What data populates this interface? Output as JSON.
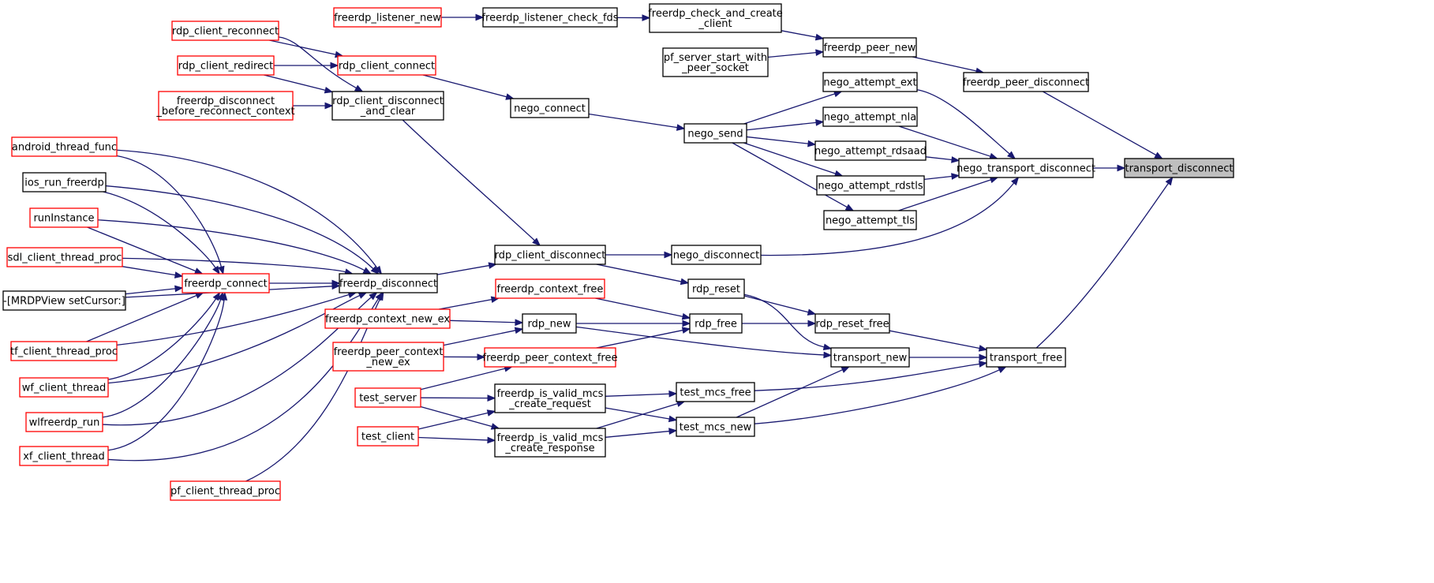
{
  "diagram": {
    "type": "call-graph",
    "focus_node": "transport_disconnect",
    "colors": {
      "edge": "#191970",
      "node_border_default": "#000000",
      "node_border_truncated": "#ff0000",
      "focus_fill": "#bfbfbf"
    },
    "nodes": [
      {
        "id": "transport_disconnect",
        "lines": [
          "transport_disconnect"
        ],
        "style": "focus"
      },
      {
        "id": "freerdp_peer_disconnect",
        "lines": [
          "freerdp_peer_disconnect"
        ],
        "style": "black"
      },
      {
        "id": "nego_transport_disconnect",
        "lines": [
          "nego_transport_disconnect"
        ],
        "style": "black"
      },
      {
        "id": "transport_free",
        "lines": [
          "transport_free"
        ],
        "style": "black"
      },
      {
        "id": "freerdp_peer_new",
        "lines": [
          "freerdp_peer_new"
        ],
        "style": "black"
      },
      {
        "id": "freerdp_check_and_create_client",
        "lines": [
          "freerdp_check_and_create",
          "_client"
        ],
        "style": "black"
      },
      {
        "id": "pf_server_start_with_peer_socket",
        "lines": [
          "pf_server_start_with",
          "_peer_socket"
        ],
        "style": "black"
      },
      {
        "id": "freerdp_listener_check_fds",
        "lines": [
          "freerdp_listener_check_fds"
        ],
        "style": "black"
      },
      {
        "id": "freerdp_listener_new",
        "lines": [
          "freerdp_listener_new"
        ],
        "style": "red"
      },
      {
        "id": "nego_attempt_ext",
        "lines": [
          "nego_attempt_ext"
        ],
        "style": "black"
      },
      {
        "id": "nego_attempt_nla",
        "lines": [
          "nego_attempt_nla"
        ],
        "style": "black"
      },
      {
        "id": "nego_attempt_rdsaad",
        "lines": [
          "nego_attempt_rdsaad"
        ],
        "style": "black"
      },
      {
        "id": "nego_attempt_rdstls",
        "lines": [
          "nego_attempt_rdstls"
        ],
        "style": "black"
      },
      {
        "id": "nego_attempt_tls",
        "lines": [
          "nego_attempt_tls"
        ],
        "style": "black"
      },
      {
        "id": "nego_disconnect",
        "lines": [
          "nego_disconnect"
        ],
        "style": "black"
      },
      {
        "id": "nego_send",
        "lines": [
          "nego_send"
        ],
        "style": "black"
      },
      {
        "id": "nego_connect",
        "lines": [
          "nego_connect"
        ],
        "style": "black"
      },
      {
        "id": "rdp_client_connect",
        "lines": [
          "rdp_client_connect"
        ],
        "style": "red"
      },
      {
        "id": "rdp_client_reconnect",
        "lines": [
          "rdp_client_reconnect"
        ],
        "style": "red"
      },
      {
        "id": "rdp_client_redirect",
        "lines": [
          "rdp_client_redirect"
        ],
        "style": "red"
      },
      {
        "id": "rdp_client_disconnect_and_clear",
        "lines": [
          "rdp_client_disconnect",
          "_and_clear"
        ],
        "style": "black"
      },
      {
        "id": "freerdp_disconnect_before_reconnect_context",
        "lines": [
          "freerdp_disconnect",
          "_before_reconnect_context"
        ],
        "style": "red"
      },
      {
        "id": "rdp_client_disconnect",
        "lines": [
          "rdp_client_disconnect"
        ],
        "style": "black"
      },
      {
        "id": "freerdp_disconnect",
        "lines": [
          "freerdp_disconnect"
        ],
        "style": "black"
      },
      {
        "id": "freerdp_connect",
        "lines": [
          "freerdp_connect"
        ],
        "style": "red"
      },
      {
        "id": "android_thread_func",
        "lines": [
          "android_thread_func"
        ],
        "style": "red"
      },
      {
        "id": "ios_run_freerdp",
        "lines": [
          "ios_run_freerdp"
        ],
        "style": "black"
      },
      {
        "id": "runInstance",
        "lines": [
          "runInstance"
        ],
        "style": "red"
      },
      {
        "id": "sdl_client_thread_proc",
        "lines": [
          "sdl_client_thread_proc"
        ],
        "style": "red"
      },
      {
        "id": "mrdpview_setcursor",
        "lines": [
          "-[MRDPView setCursor:]"
        ],
        "style": "black"
      },
      {
        "id": "tf_client_thread_proc",
        "lines": [
          "tf_client_thread_proc"
        ],
        "style": "red"
      },
      {
        "id": "wf_client_thread",
        "lines": [
          "wf_client_thread"
        ],
        "style": "red"
      },
      {
        "id": "wlfreerdp_run",
        "lines": [
          "wlfreerdp_run"
        ],
        "style": "red"
      },
      {
        "id": "xf_client_thread",
        "lines": [
          "xf_client_thread"
        ],
        "style": "red"
      },
      {
        "id": "pf_client_thread_proc",
        "lines": [
          "pf_client_thread_proc"
        ],
        "style": "red"
      },
      {
        "id": "rdp_reset",
        "lines": [
          "rdp_reset"
        ],
        "style": "black"
      },
      {
        "id": "rdp_reset_free",
        "lines": [
          "rdp_reset_free"
        ],
        "style": "black"
      },
      {
        "id": "rdp_free",
        "lines": [
          "rdp_free"
        ],
        "style": "black"
      },
      {
        "id": "transport_new",
        "lines": [
          "transport_new"
        ],
        "style": "black"
      },
      {
        "id": "rdp_new",
        "lines": [
          "rdp_new"
        ],
        "style": "black"
      },
      {
        "id": "freerdp_context_free",
        "lines": [
          "freerdp_context_free"
        ],
        "style": "red"
      },
      {
        "id": "freerdp_context_new_ex",
        "lines": [
          "freerdp_context_new_ex"
        ],
        "style": "red"
      },
      {
        "id": "freerdp_peer_context_free",
        "lines": [
          "freerdp_peer_context_free"
        ],
        "style": "red"
      },
      {
        "id": "freerdp_peer_context_new_ex",
        "lines": [
          "freerdp_peer_context",
          "_new_ex"
        ],
        "style": "red"
      },
      {
        "id": "test_mcs_free",
        "lines": [
          "test_mcs_free"
        ],
        "style": "black"
      },
      {
        "id": "test_mcs_new",
        "lines": [
          "test_mcs_new"
        ],
        "style": "black"
      },
      {
        "id": "freerdp_is_valid_mcs_create_request",
        "lines": [
          "freerdp_is_valid_mcs",
          "_create_request"
        ],
        "style": "black"
      },
      {
        "id": "freerdp_is_valid_mcs_create_response",
        "lines": [
          "freerdp_is_valid_mcs",
          "_create_response"
        ],
        "style": "black"
      },
      {
        "id": "test_server",
        "lines": [
          "test_server"
        ],
        "style": "red"
      },
      {
        "id": "test_client",
        "lines": [
          "test_client"
        ],
        "style": "red"
      }
    ],
    "edges": [
      {
        "from": "freerdp_listener_new",
        "to": "freerdp_listener_check_fds"
      },
      {
        "from": "freerdp_listener_check_fds",
        "to": "freerdp_check_and_create_client"
      },
      {
        "from": "freerdp_check_and_create_client",
        "to": "freerdp_peer_new"
      },
      {
        "from": "pf_server_start_with_peer_socket",
        "to": "freerdp_peer_new"
      },
      {
        "from": "freerdp_peer_new",
        "to": "freerdp_peer_disconnect"
      },
      {
        "from": "freerdp_peer_disconnect",
        "to": "transport_disconnect"
      },
      {
        "from": "nego_transport_disconnect",
        "to": "transport_disconnect"
      },
      {
        "from": "transport_free",
        "to": "transport_disconnect"
      },
      {
        "from": "nego_attempt_ext",
        "to": "nego_transport_disconnect"
      },
      {
        "from": "nego_attempt_nla",
        "to": "nego_transport_disconnect"
      },
      {
        "from": "nego_attempt_rdsaad",
        "to": "nego_transport_disconnect"
      },
      {
        "from": "nego_attempt_rdstls",
        "to": "nego_transport_disconnect"
      },
      {
        "from": "nego_attempt_tls",
        "to": "nego_transport_disconnect"
      },
      {
        "from": "nego_disconnect",
        "to": "nego_transport_disconnect"
      },
      {
        "from": "nego_send",
        "to": "nego_attempt_ext"
      },
      {
        "from": "nego_send",
        "to": "nego_attempt_nla"
      },
      {
        "from": "nego_send",
        "to": "nego_attempt_rdsaad"
      },
      {
        "from": "nego_send",
        "to": "nego_attempt_rdstls"
      },
      {
        "from": "nego_send",
        "to": "nego_attempt_tls"
      },
      {
        "from": "nego_connect",
        "to": "nego_send"
      },
      {
        "from": "rdp_client_connect",
        "to": "nego_connect"
      },
      {
        "from": "rdp_client_reconnect",
        "to": "rdp_client_connect"
      },
      {
        "from": "rdp_client_redirect",
        "to": "rdp_client_connect"
      },
      {
        "from": "rdp_client_reconnect",
        "to": "rdp_client_disconnect_and_clear"
      },
      {
        "from": "rdp_client_redirect",
        "to": "rdp_client_disconnect_and_clear"
      },
      {
        "from": "freerdp_disconnect_before_reconnect_context",
        "to": "rdp_client_disconnect_and_clear"
      },
      {
        "from": "rdp_client_disconnect_and_clear",
        "to": "rdp_client_disconnect"
      },
      {
        "from": "rdp_client_disconnect",
        "to": "nego_disconnect"
      },
      {
        "from": "rdp_client_disconnect",
        "to": "rdp_reset"
      },
      {
        "from": "freerdp_disconnect",
        "to": "rdp_client_disconnect"
      },
      {
        "from": "freerdp_connect",
        "to": "freerdp_disconnect"
      },
      {
        "from": "android_thread_func",
        "to": "freerdp_connect"
      },
      {
        "from": "ios_run_freerdp",
        "to": "freerdp_connect"
      },
      {
        "from": "runInstance",
        "to": "freerdp_connect"
      },
      {
        "from": "sdl_client_thread_proc",
        "to": "freerdp_connect"
      },
      {
        "from": "mrdpview_setcursor",
        "to": "freerdp_connect"
      },
      {
        "from": "tf_client_thread_proc",
        "to": "freerdp_connect"
      },
      {
        "from": "wf_client_thread",
        "to": "freerdp_connect"
      },
      {
        "from": "wlfreerdp_run",
        "to": "freerdp_connect"
      },
      {
        "from": "xf_client_thread",
        "to": "freerdp_connect"
      },
      {
        "from": "android_thread_func",
        "to": "freerdp_disconnect"
      },
      {
        "from": "ios_run_freerdp",
        "to": "freerdp_disconnect"
      },
      {
        "from": "runInstance",
        "to": "freerdp_disconnect"
      },
      {
        "from": "sdl_client_thread_proc",
        "to": "freerdp_disconnect"
      },
      {
        "from": "mrdpview_setcursor",
        "to": "freerdp_disconnect"
      },
      {
        "from": "tf_client_thread_proc",
        "to": "freerdp_disconnect"
      },
      {
        "from": "wf_client_thread",
        "to": "freerdp_disconnect"
      },
      {
        "from": "wlfreerdp_run",
        "to": "freerdp_disconnect"
      },
      {
        "from": "xf_client_thread",
        "to": "freerdp_disconnect"
      },
      {
        "from": "pf_client_thread_proc",
        "to": "freerdp_disconnect"
      },
      {
        "from": "rdp_reset",
        "to": "rdp_reset_free"
      },
      {
        "from": "rdp_reset",
        "to": "transport_new"
      },
      {
        "from": "rdp_reset_free",
        "to": "transport_free"
      },
      {
        "from": "rdp_free",
        "to": "rdp_reset_free"
      },
      {
        "from": "transport_new",
        "to": "transport_free"
      },
      {
        "from": "rdp_new",
        "to": "rdp_free"
      },
      {
        "from": "rdp_new",
        "to": "transport_new"
      },
      {
        "from": "freerdp_context_free",
        "to": "rdp_free"
      },
      {
        "from": "freerdp_context_new_ex",
        "to": "freerdp_context_free"
      },
      {
        "from": "freerdp_context_new_ex",
        "to": "rdp_new"
      },
      {
        "from": "freerdp_peer_context_free",
        "to": "rdp_free"
      },
      {
        "from": "freerdp_peer_context_new_ex",
        "to": "rdp_new"
      },
      {
        "from": "freerdp_peer_context_new_ex",
        "to": "freerdp_peer_context_free"
      },
      {
        "from": "test_mcs_free",
        "to": "transport_free"
      },
      {
        "from": "test_mcs_new",
        "to": "transport_free"
      },
      {
        "from": "test_mcs_new",
        "to": "transport_new"
      },
      {
        "from": "freerdp_is_valid_mcs_create_request",
        "to": "test_mcs_free"
      },
      {
        "from": "freerdp_is_valid_mcs_create_request",
        "to": "test_mcs_new"
      },
      {
        "from": "freerdp_is_valid_mcs_create_response",
        "to": "test_mcs_free"
      },
      {
        "from": "freerdp_is_valid_mcs_create_response",
        "to": "test_mcs_new"
      },
      {
        "from": "test_server",
        "to": "freerdp_peer_context_free"
      },
      {
        "from": "test_server",
        "to": "freerdp_is_valid_mcs_create_request"
      },
      {
        "from": "test_server",
        "to": "freerdp_is_valid_mcs_create_response"
      },
      {
        "from": "test_client",
        "to": "freerdp_is_valid_mcs_create_request"
      },
      {
        "from": "test_client",
        "to": "freerdp_is_valid_mcs_create_response"
      }
    ]
  }
}
